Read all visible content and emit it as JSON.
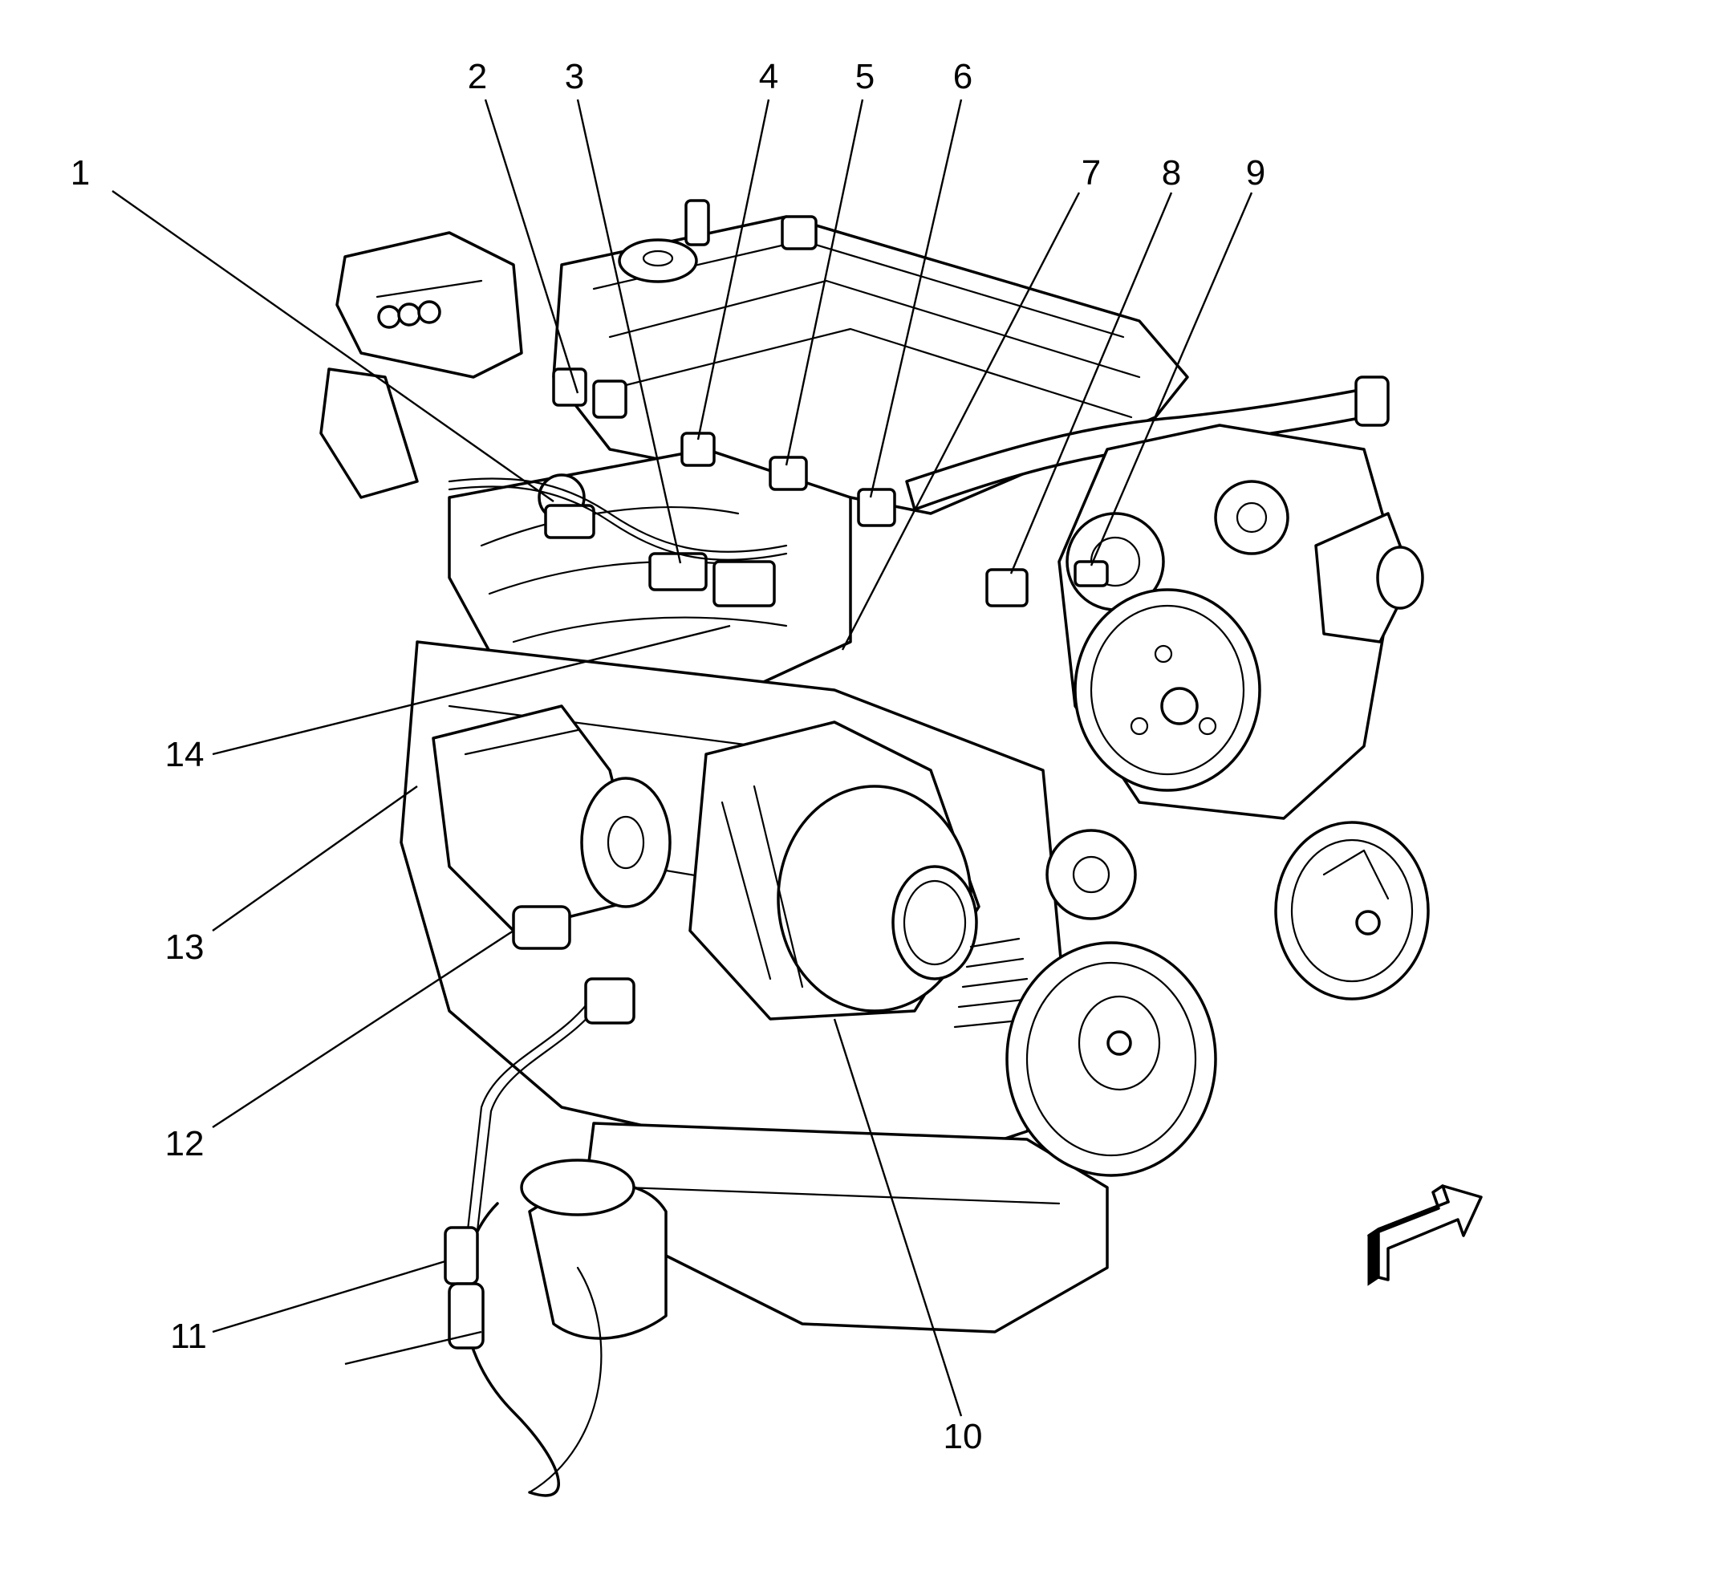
{
  "callouts": [
    {
      "label": "1"
    },
    {
      "label": "2"
    },
    {
      "label": "3"
    },
    {
      "label": "4"
    },
    {
      "label": "5"
    },
    {
      "label": "6"
    },
    {
      "label": "7"
    },
    {
      "label": "8"
    },
    {
      "label": "9"
    },
    {
      "label": "10"
    },
    {
      "label": "11"
    },
    {
      "label": "12"
    },
    {
      "label": "13"
    },
    {
      "label": "14"
    }
  ],
  "colors": {
    "ink": "#000000",
    "background": "#ffffff"
  },
  "icons": {
    "view_direction": "view-direction-arrow-icon"
  }
}
